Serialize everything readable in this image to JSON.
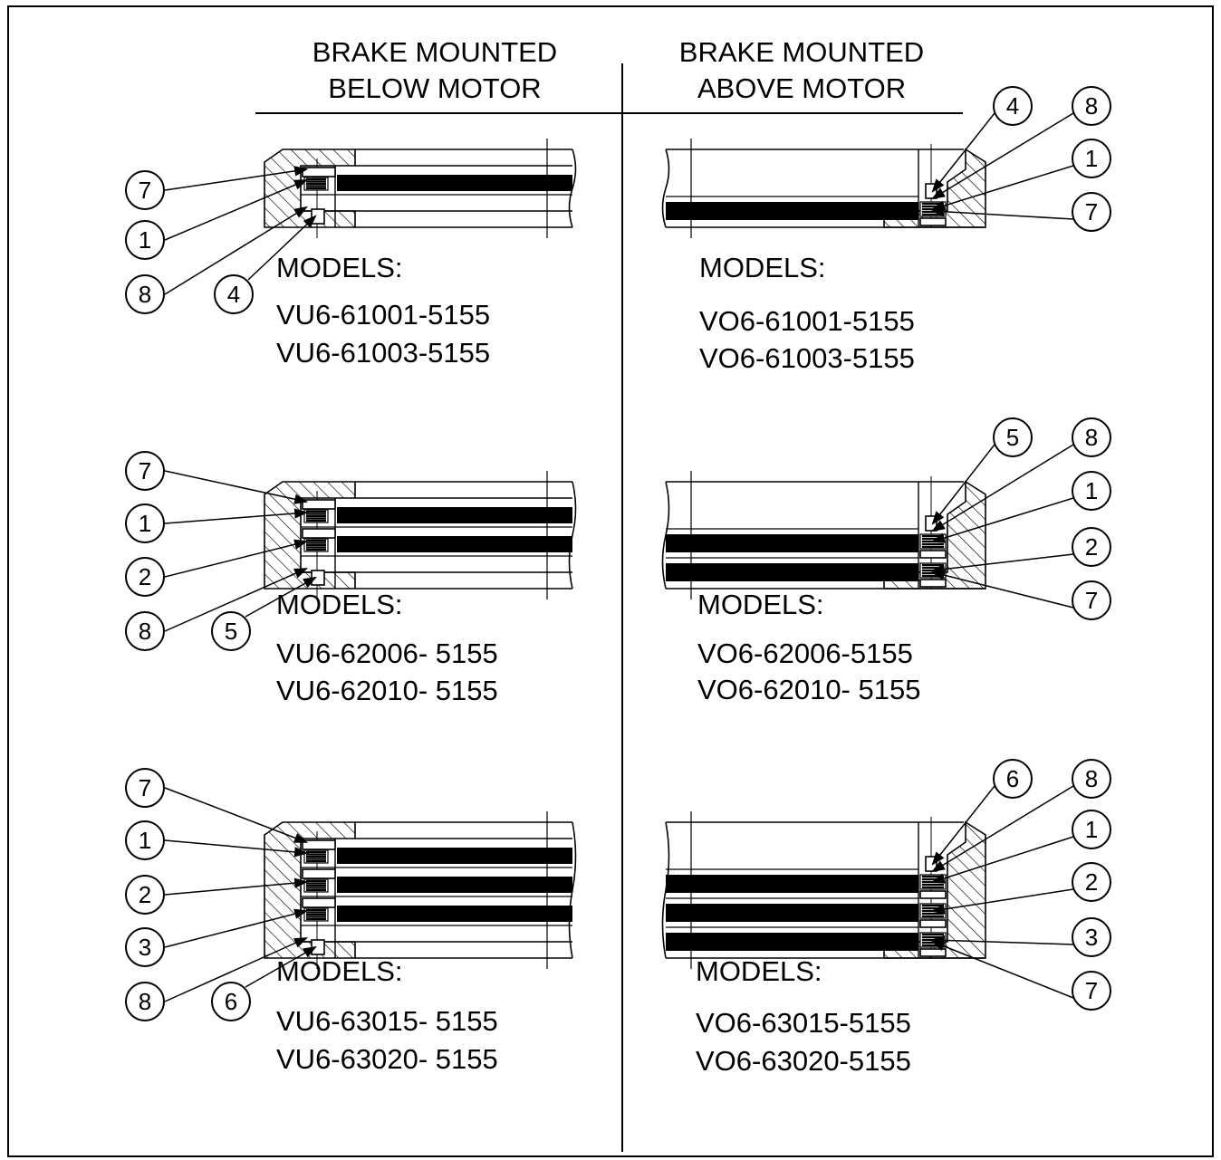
{
  "headers": {
    "left_line1": "BRAKE MOUNTED",
    "left_line2": "BELOW MOTOR",
    "right_line1": "BRAKE MOUNTED",
    "right_line2": "ABOVE MOTOR"
  },
  "panels": [
    {
      "side": "left",
      "discs": 1,
      "models_label": "MODELS:",
      "model_1": "VU6-61001-5155",
      "model_2": "VU6-61003-5155",
      "callouts": [
        "7",
        "1",
        "8",
        "4"
      ]
    },
    {
      "side": "right",
      "discs": 1,
      "models_label": "MODELS:",
      "model_1": "VO6-61001-5155",
      "model_2": "VO6-61003-5155",
      "callouts": [
        "4",
        "8",
        "1",
        "7"
      ]
    },
    {
      "side": "left",
      "discs": 2,
      "models_label": "MODELS:",
      "model_1": "VU6-62006- 5155",
      "model_2": "VU6-62010- 5155",
      "callouts": [
        "7",
        "1",
        "2",
        "8",
        "5"
      ]
    },
    {
      "side": "right",
      "discs": 2,
      "models_label": "MODELS:",
      "model_1": "VO6-62006-5155",
      "model_2": "VO6-62010- 5155",
      "callouts": [
        "5",
        "8",
        "1",
        "2",
        "7"
      ]
    },
    {
      "side": "left",
      "discs": 3,
      "models_label": "MODELS:",
      "model_1": "VU6-63015- 5155",
      "model_2": "VU6-63020- 5155",
      "callouts": [
        "7",
        "1",
        "2",
        "3",
        "8",
        "6"
      ]
    },
    {
      "side": "right",
      "discs": 3,
      "models_label": "MODELS:",
      "model_1": "VO6-63015-5155",
      "model_2": "VO6-63020-5155",
      "callouts": [
        "6",
        "8",
        "1",
        "2",
        "3",
        "7"
      ]
    }
  ]
}
